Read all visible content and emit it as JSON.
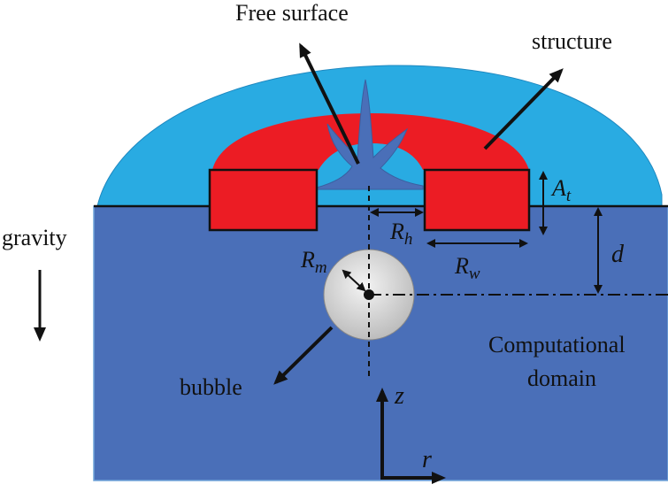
{
  "labels": {
    "free_surface": "Free surface",
    "structure": "structure",
    "gravity": "gravity",
    "bubble": "bubble",
    "computational_domain_line1": "Computational",
    "computational_domain_line2": "domain"
  },
  "symbols": {
    "A_main": "A",
    "A_sub": "t",
    "R_h_main": "R",
    "R_h_sub": "h",
    "R_w_main": "R",
    "R_w_sub": "w",
    "R_m_main": "R",
    "R_m_sub": "m",
    "d": "d",
    "z": "z",
    "r": "r"
  },
  "colors": {
    "domain": "#4a6fb8",
    "domain_border": "#6fa3d8",
    "splash": "#29abe2",
    "structure": "#ec1c24",
    "bubble": "#d9d9d9",
    "ink": "#111111"
  }
}
